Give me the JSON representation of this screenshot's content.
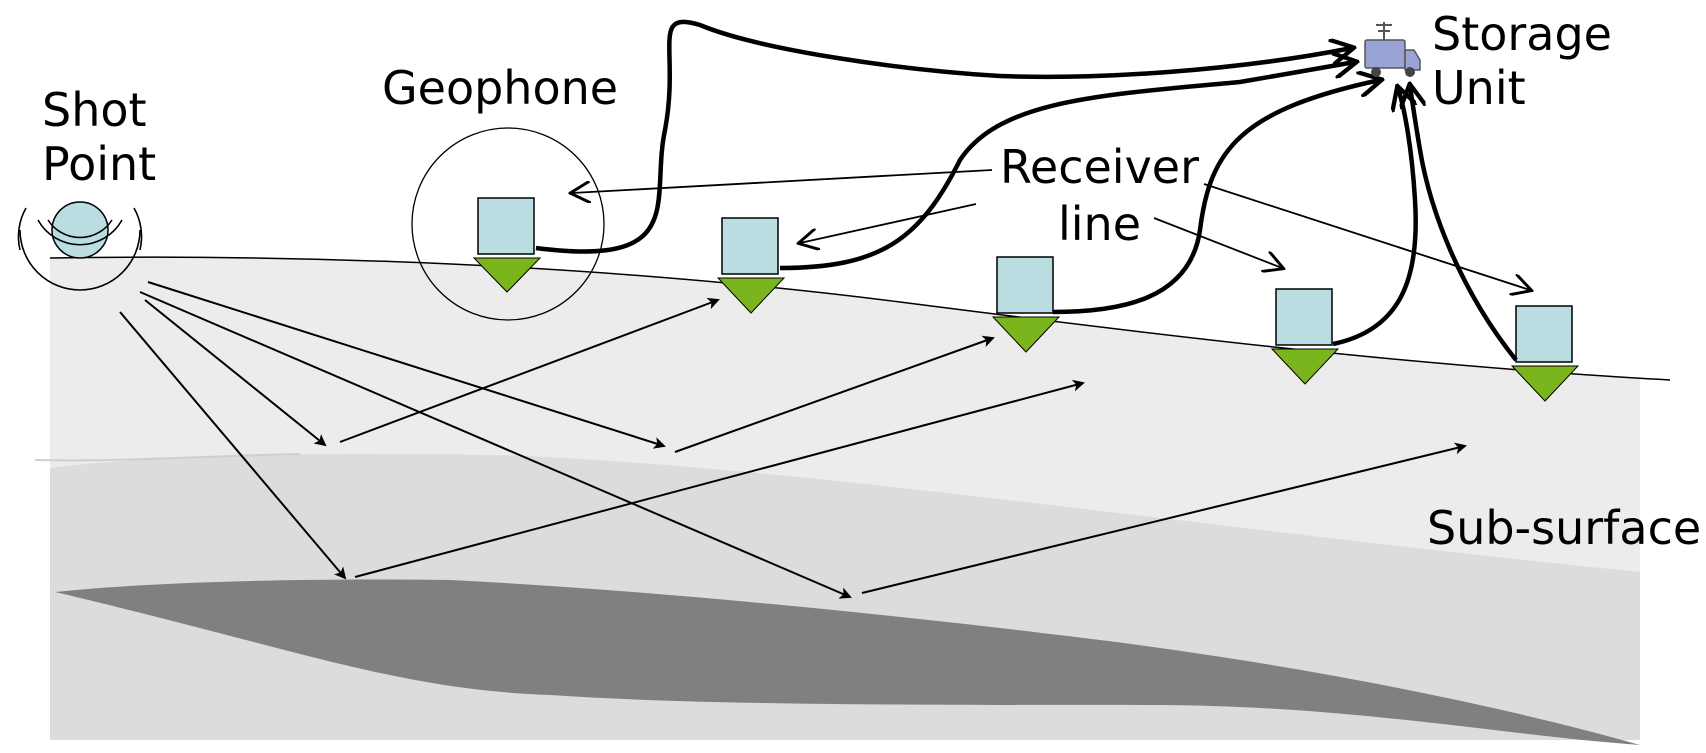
{
  "labels": {
    "shot_point_line1": "Shot",
    "shot_point_line2": "Point",
    "geophone": "Geophone",
    "storage_line1": "Storage",
    "storage_line2": "Unit",
    "receiver_line1": "Receiver",
    "receiver_line2": "line",
    "sub_surface": "Sub-surface"
  },
  "colors": {
    "layer_top": "#ececec",
    "layer_middle": "#dcdcdc",
    "layer_bottom": "#808080",
    "geophone_box": "#b9dde1",
    "geophone_cone": "#7ab51d",
    "shot_ball": "#b9dde1",
    "truck": "#9aa4d4"
  },
  "icons": {
    "storage_unit": "truck-icon",
    "shot_source": "explosion-source-icon",
    "receiver": "geophone-icon"
  }
}
